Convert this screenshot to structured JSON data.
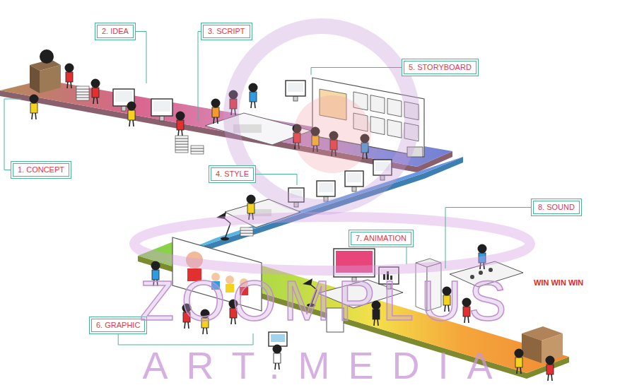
{
  "diagram": {
    "nodes": [
      {
        "text": [
          "1. CONCEPT"
        ]
      },
      {
        "text": [
          "2. IDEA"
        ]
      },
      {
        "text": [
          "3. SCRIPT"
        ]
      },
      {
        "text": [
          "4. STYLE"
        ]
      },
      {
        "text": [
          "5. STORYBOARD"
        ]
      },
      {
        "text": [
          "6. GRAPHIC"
        ]
      },
      {
        "text": [
          "7. ANIMATION"
        ]
      },
      {
        "text": [
          "8. SOUND"
        ]
      }
    ],
    "labels": [
      "WIN WIN WIN",
      "ZOOMPLUS",
      "ART.MEDIA"
    ]
  }
}
